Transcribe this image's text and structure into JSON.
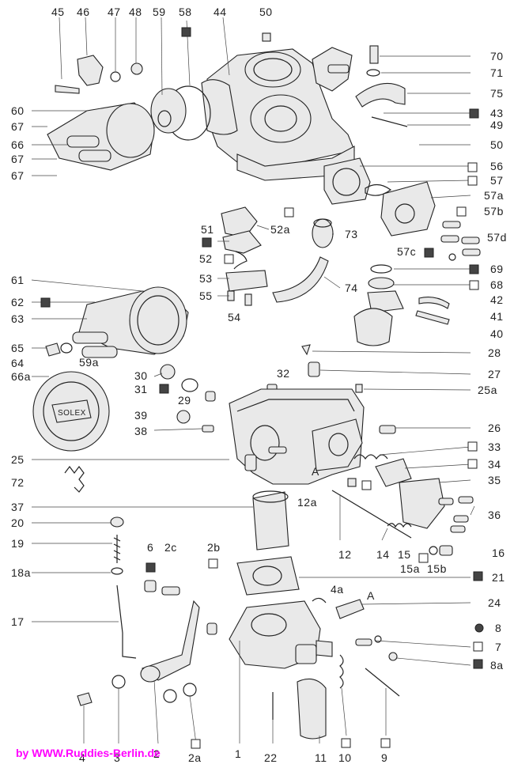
{
  "credit": "by  WWW.Ruddies-Berlin.de",
  "part_numbers": [
    "45",
    "46",
    "47",
    "48",
    "59",
    "58",
    "44",
    "50",
    "70",
    "71",
    "75",
    "43",
    "49",
    "50",
    "56",
    "57",
    "57a",
    "57b",
    "57d",
    "57c",
    "60",
    "67",
    "66",
    "67",
    "67",
    "51",
    "52a",
    "52",
    "53",
    "55",
    "54",
    "73",
    "74",
    "69",
    "68",
    "42",
    "41",
    "40",
    "61",
    "62",
    "63",
    "65",
    "64",
    "66a",
    "59a",
    "28",
    "27",
    "25a",
    "30",
    "31",
    "29",
    "39",
    "38",
    "32",
    "26",
    "25",
    "33",
    "34",
    "35",
    "36",
    "72",
    "37",
    "12a",
    "20",
    "19",
    "18a",
    "17",
    "6",
    "2c",
    "2b",
    "12",
    "14",
    "15",
    "15a",
    "15b",
    "16",
    "21",
    "4a",
    "24",
    "8",
    "7",
    "8a",
    "1",
    "2",
    "3",
    "4",
    "2a",
    "22",
    "11",
    "10",
    "9"
  ],
  "inline_markers": [
    "A",
    "A"
  ],
  "badge_text": "SOLEX"
}
